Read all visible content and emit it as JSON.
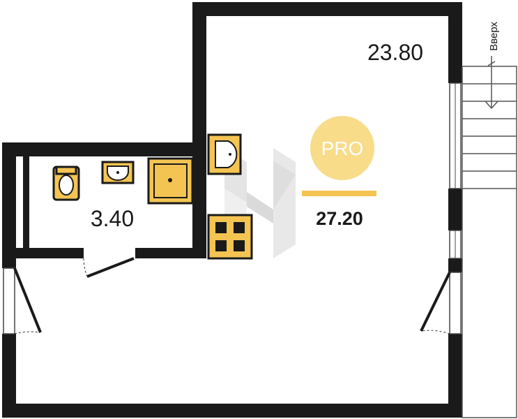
{
  "plan": {
    "living_area": "23.80",
    "bathroom_area": "3.40",
    "total_area": "27.20",
    "badge": "PRO",
    "stairs_label": "Вверх"
  },
  "colors": {
    "wall": "#1a1a1a",
    "fixture": "#f4c453",
    "badge": "#f8dc8a",
    "accent_line": "#f4c453",
    "watermark": "#d9d9d9"
  }
}
